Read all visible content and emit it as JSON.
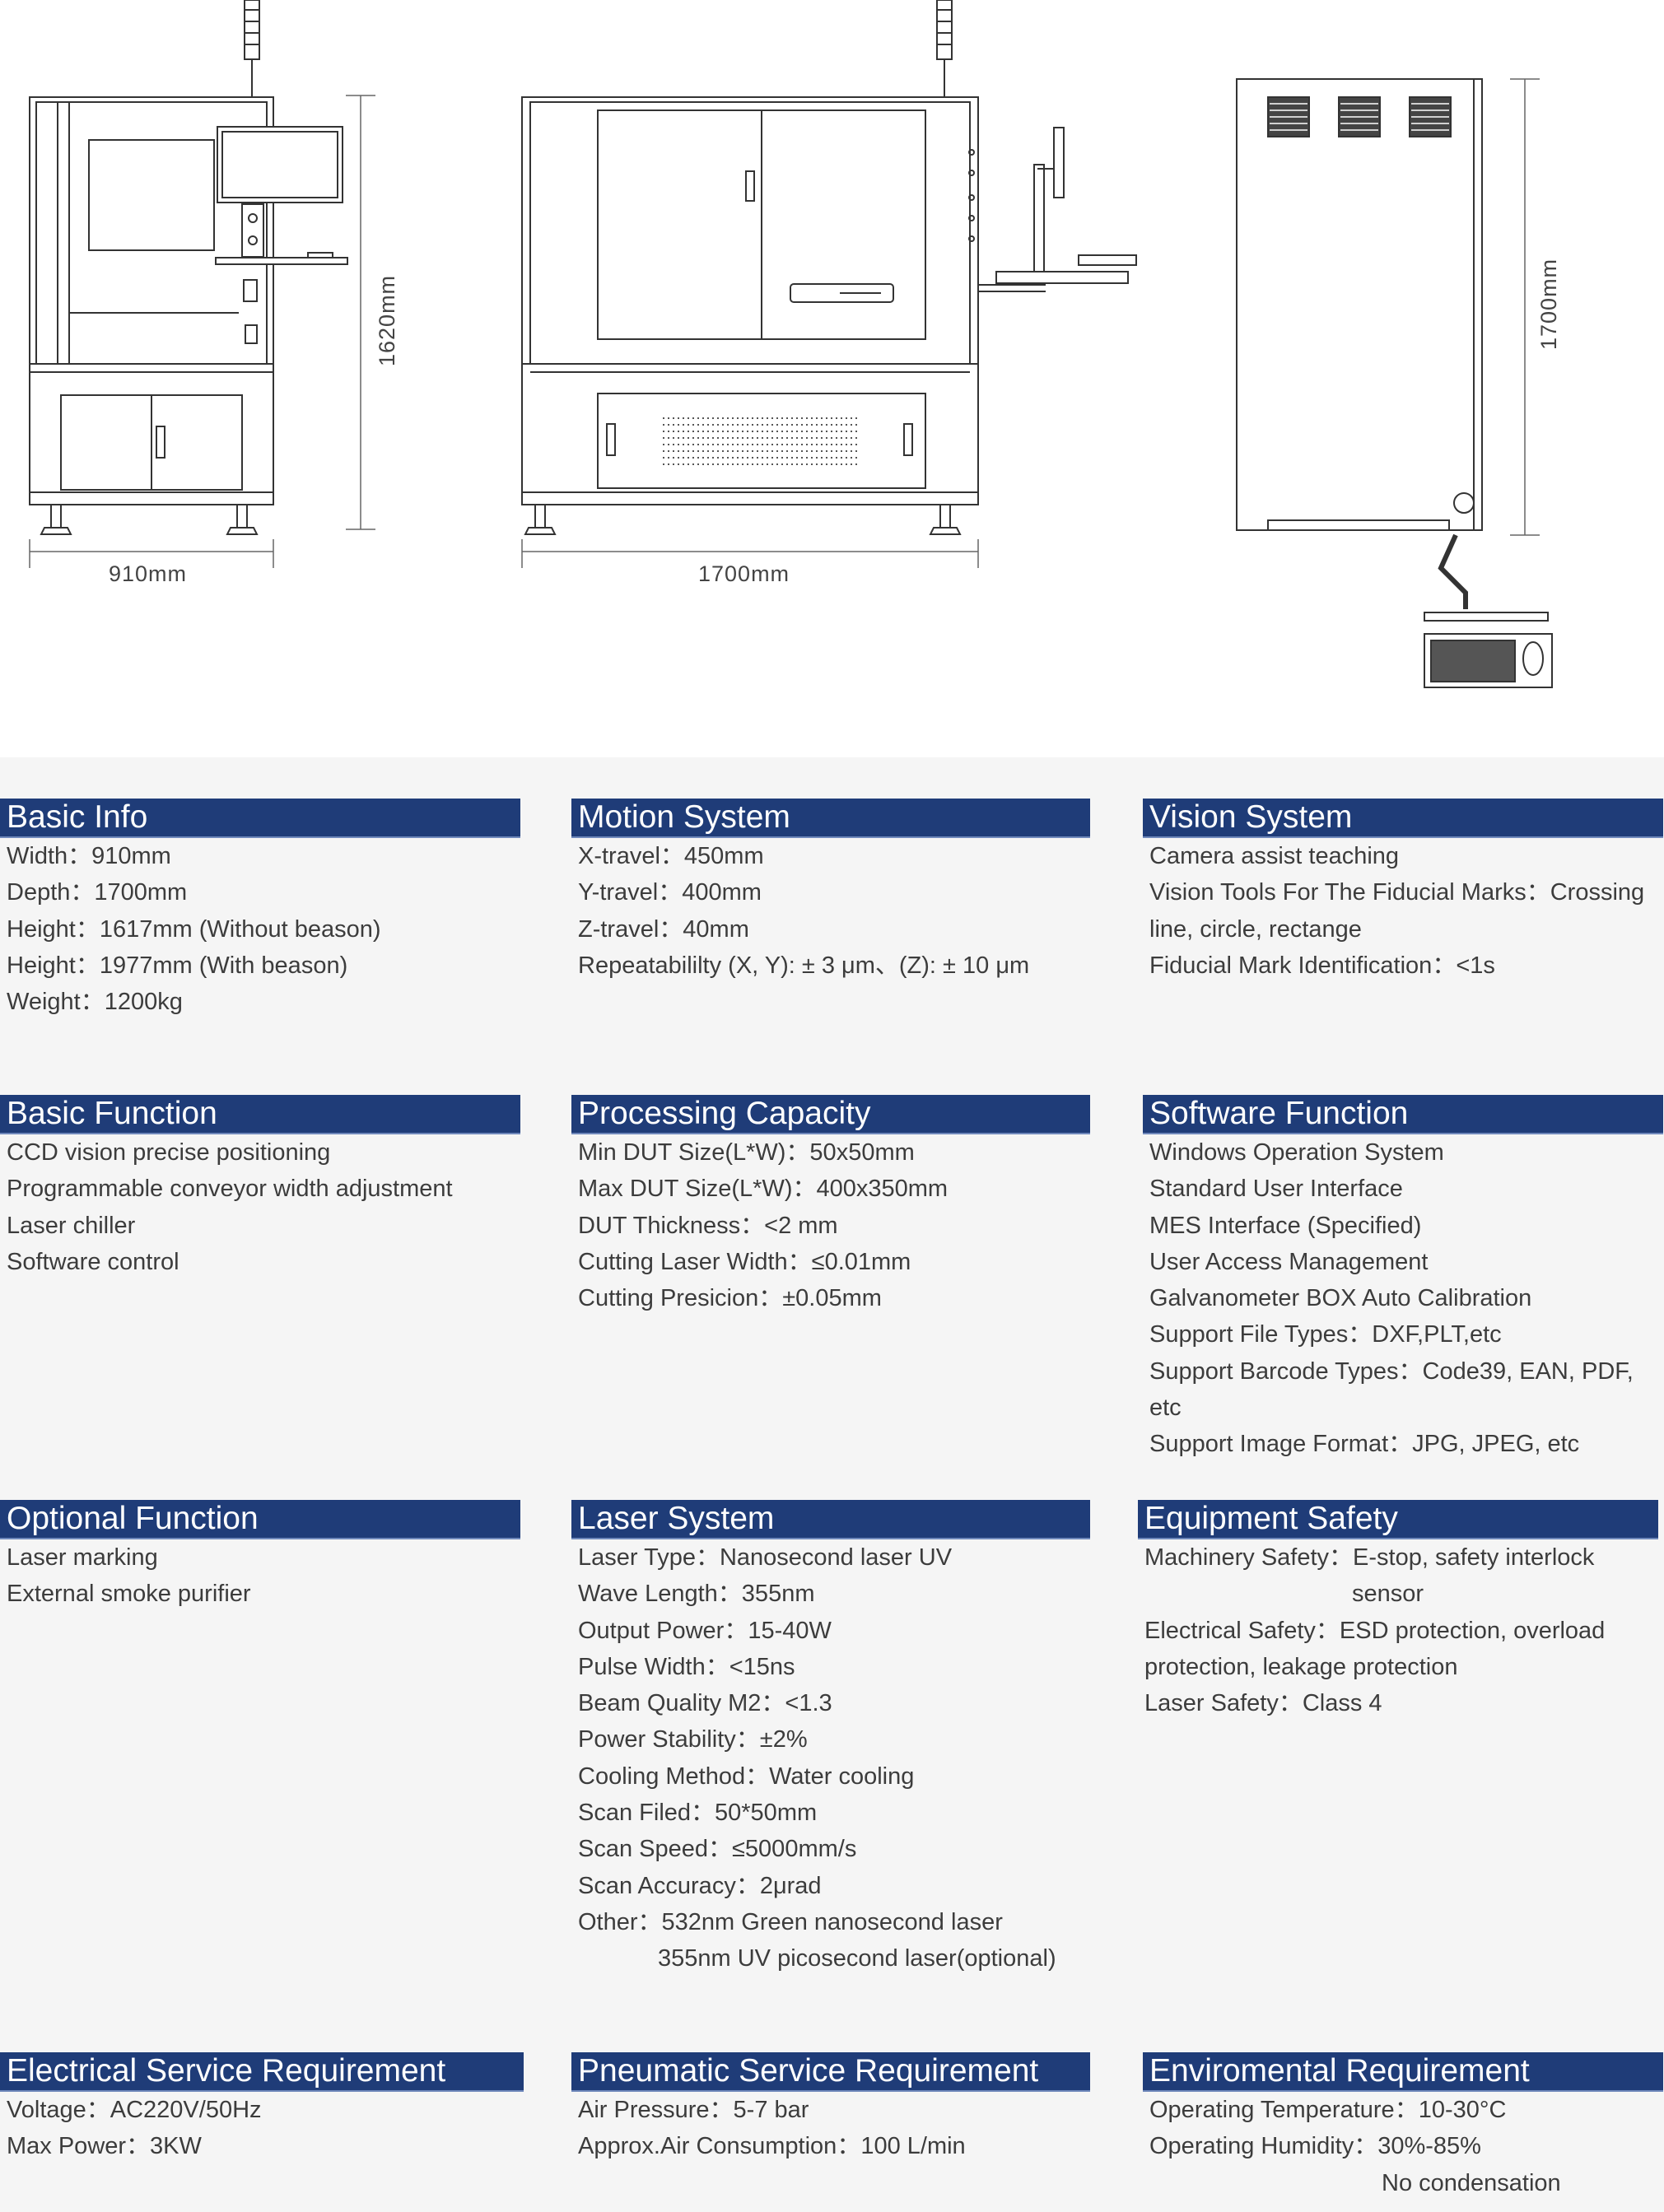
{
  "dimensions": {
    "front_width": "910mm",
    "front_height": "1620mm",
    "side_width": "1700mm",
    "top_depth": "1700mm"
  },
  "colors": {
    "header_bg": "#1f3c78",
    "header_text": "#ffffff",
    "body_text": "#3c3c3c",
    "panel_bg": "#f5f5f5",
    "line": "#333333"
  },
  "sections": [
    {
      "id": "basic-info",
      "title": "Basic Info",
      "items": [
        "Width：910mm",
        "Depth：1700mm",
        "Height：1617mm (Without beason)",
        "Height：1977mm (With beason)",
        "Weight：1200kg"
      ]
    },
    {
      "id": "motion-system",
      "title": "Motion System",
      "items": [
        "X-travel：450mm",
        "Y-travel：400mm",
        "Z-travel：40mm",
        "Repeatabililty (X, Y): ± 3 μm、(Z): ± 10 μm"
      ]
    },
    {
      "id": "vision-system",
      "title": "Vision System",
      "items": [
        "Camera assist teaching",
        "Vision Tools For The Fiducial Marks：Crossing",
        "line, circle, rectange",
        "Fiducial Mark Identification：<1s"
      ]
    },
    {
      "id": "basic-function",
      "title": "Basic Function",
      "items": [
        "CCD vision precise positioning",
        "Programmable conveyor width adjustment",
        "Laser chiller",
        "Software control"
      ]
    },
    {
      "id": "processing-capacity",
      "title": "Processing Capacity",
      "items": [
        "Min DUT Size(L*W)：50x50mm",
        "Max DUT Size(L*W)：400x350mm",
        "DUT Thickness：<2 mm",
        "Cutting Laser Width：≤0.01mm",
        "Cutting Presicion：±0.05mm"
      ]
    },
    {
      "id": "software-function",
      "title": "Software Function",
      "items": [
        "Windows Operation System",
        "Standard User Interface",
        "MES Interface (Specified)",
        "User Access Management",
        "Galvanometer BOX Auto Calibration",
        "Support File Types：DXF,PLT,etc",
        "Support Barcode Types：Code39, EAN, PDF, etc",
        "Support Image Format：JPG, JPEG, etc"
      ]
    },
    {
      "id": "optional-function",
      "title": "Optional Function",
      "items": [
        "Laser marking",
        "External smoke purifier"
      ]
    },
    {
      "id": "laser-system",
      "title": "Laser System",
      "items": [
        "Laser Type：Nanosecond laser UV",
        "Wave Length：355nm",
        "Output Power：15-40W",
        "Pulse Width：<15ns",
        "Beam Quality M2：<1.3",
        "Power Stability：±2%",
        "Cooling Method：Water cooling",
        "Scan Filed：50*50mm",
        "Scan Speed：≤5000mm/s",
        "Scan Accuracy：2μrad",
        "Other：532nm Green nanosecond laser",
        "355nm UV picosecond laser(optional)"
      ]
    },
    {
      "id": "equipment-safety",
      "title": "Equipment Safety",
      "items": [
        "Machinery Safety：E-stop, safety interlock",
        "sensor",
        "Electrical Safety：ESD protection, overload",
        "protection, leakage protection",
        "Laser Safety：Class 4"
      ]
    },
    {
      "id": "electrical-service",
      "title": "Electrical Service Requirement",
      "items": [
        "Voltage：AC220V/50Hz",
        "Max Power：3KW"
      ]
    },
    {
      "id": "pneumatic-service",
      "title": "Pneumatic Service Requirement",
      "items": [
        "Air Pressure：5-7 bar",
        "Approx.Air Consumption：100 L/min"
      ]
    },
    {
      "id": "environmental",
      "title": "Enviromental Requirement",
      "items": [
        "Operating Temperature：10-30°C",
        "Operating Humidity：30%-85%",
        "No condensation"
      ]
    }
  ]
}
